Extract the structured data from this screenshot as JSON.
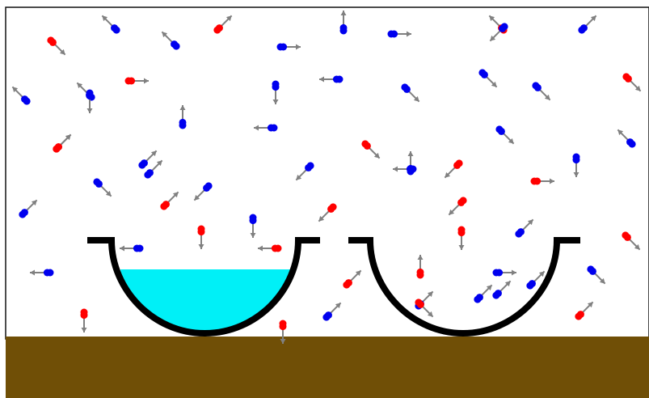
{
  "colors": {
    "background": "#ffffff",
    "ground": "#704f06",
    "water": "#00f0f7",
    "bowl": "#000000",
    "arrow": "#808080",
    "red_molecule": "#ff0000",
    "blue_molecule": "#0000ee"
  },
  "scene": {
    "ground_label": "ground",
    "left_bowl": {
      "state": "filled",
      "water_level": 0.72
    },
    "right_bowl": {
      "state": "empty",
      "water_level": 0
    }
  },
  "molecules": [
    {
      "color": "red",
      "dir": "down-right"
    },
    {
      "color": "blue",
      "dir": "up-left"
    },
    {
      "color": "red",
      "dir": "up-right"
    },
    {
      "color": "blue",
      "dir": "up-left"
    },
    {
      "color": "blue",
      "dir": "right"
    },
    {
      "color": "blue",
      "dir": "up"
    },
    {
      "color": "blue",
      "dir": "right"
    },
    {
      "color": "red",
      "dir": "up-left"
    },
    {
      "color": "blue",
      "dir": "up-right"
    },
    {
      "color": "blue",
      "dir": "up-left"
    },
    {
      "color": "red",
      "dir": "right"
    },
    {
      "color": "blue",
      "dir": "up-left"
    },
    {
      "color": "blue",
      "dir": "down"
    },
    {
      "color": "blue",
      "dir": "left"
    },
    {
      "color": "blue",
      "dir": "down-right"
    },
    {
      "color": "blue",
      "dir": "down-right"
    },
    {
      "color": "blue",
      "dir": "down-right"
    },
    {
      "color": "blue",
      "dir": "up"
    },
    {
      "color": "red",
      "dir": "up-right"
    },
    {
      "color": "blue",
      "dir": "up-right"
    },
    {
      "color": "blue",
      "dir": "left"
    },
    {
      "color": "blue",
      "dir": "down-left"
    },
    {
      "color": "red",
      "dir": "down-right"
    },
    {
      "color": "blue",
      "dir": "up"
    },
    {
      "color": "red",
      "dir": "down-left"
    },
    {
      "color": "blue",
      "dir": "down-right"
    },
    {
      "color": "blue",
      "dir": "down"
    },
    {
      "color": "blue",
      "dir": "up-left"
    },
    {
      "color": "blue",
      "dir": "down-right"
    },
    {
      "color": "blue",
      "dir": "down-left"
    },
    {
      "color": "red",
      "dir": "up-right"
    },
    {
      "color": "blue",
      "dir": "down"
    },
    {
      "color": "red",
      "dir": "down"
    },
    {
      "color": "blue",
      "dir": "up-right"
    },
    {
      "color": "red",
      "dir": "down-left"
    },
    {
      "color": "red",
      "dir": "down-left"
    },
    {
      "color": "red",
      "dir": "right"
    },
    {
      "color": "red",
      "dir": "down"
    },
    {
      "color": "blue",
      "dir": "left"
    },
    {
      "color": "red",
      "dir": "down-right"
    },
    {
      "color": "red",
      "dir": "left"
    },
    {
      "color": "blue",
      "dir": "up-right"
    },
    {
      "color": "blue",
      "dir": "down-right"
    },
    {
      "color": "red",
      "dir": "down"
    },
    {
      "color": "blue",
      "dir": "left"
    },
    {
      "color": "red",
      "dir": "up"
    },
    {
      "color": "blue",
      "dir": "right"
    },
    {
      "color": "red",
      "dir": "up-right"
    },
    {
      "color": "blue",
      "dir": "up-right"
    },
    {
      "color": "blue",
      "dir": "up-right"
    },
    {
      "color": "blue",
      "dir": "up-right"
    },
    {
      "color": "red",
      "dir": "down"
    },
    {
      "color": "blue",
      "dir": "up-right"
    },
    {
      "color": "red",
      "dir": "up-right"
    },
    {
      "color": "red",
      "dir": "down-right"
    },
    {
      "color": "blue",
      "dir": "down"
    },
    {
      "color": "red",
      "dir": "down-right"
    },
    {
      "color": "blue",
      "dir": "up-right"
    },
    {
      "color": "blue",
      "dir": "up-right"
    },
    {
      "color": "red",
      "dir": "up-right"
    },
    {
      "color": "blue",
      "dir": "left"
    },
    {
      "color": "blue",
      "dir": "down-left"
    }
  ]
}
